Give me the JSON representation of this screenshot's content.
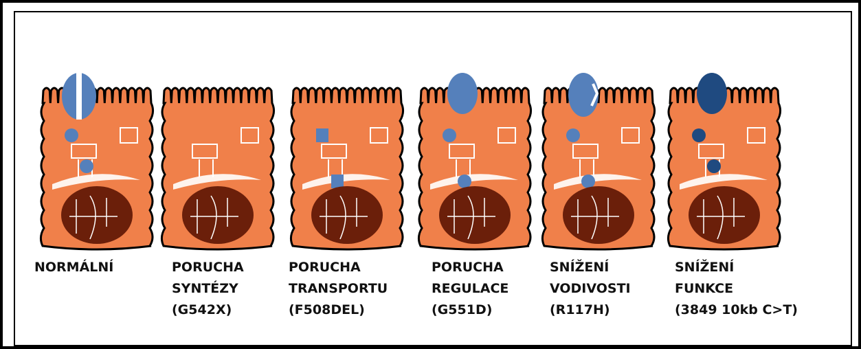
{
  "colors": {
    "cytoplasm": "#f0804a",
    "nucleus": "#6b1f0a",
    "channel_normal": "#5580bb",
    "channel_dark": "#1f4a80",
    "membrane_white": "#ffffff",
    "outline": "#000000"
  },
  "cells": [
    {
      "id": "normal",
      "label_lines": [
        "NORMÁLNÍ"
      ],
      "top_channel": "split",
      "channel_color": "#5580bb",
      "golgi_dots": [
        "circle",
        "circle",
        "none"
      ]
    },
    {
      "id": "synthesis",
      "label_lines": [
        "PORUCHA",
        "SYNTÉZY",
        "(G542X)"
      ],
      "top_channel": "none",
      "channel_color": "#5580bb",
      "golgi_dots": [
        "none",
        "none",
        "none"
      ]
    },
    {
      "id": "transport",
      "label_lines": [
        "PORUCHA",
        "TRANSPORTU",
        "(F508DEL)"
      ],
      "top_channel": "none",
      "channel_color": "#5580bb",
      "golgi_dots": [
        "square",
        "none",
        "square"
      ]
    },
    {
      "id": "regulation",
      "label_lines": [
        "PORUCHA",
        "REGULACE",
        "(G551D)"
      ],
      "top_channel": "closed",
      "channel_color": "#5580bb",
      "golgi_dots": [
        "circle",
        "none",
        "circle"
      ]
    },
    {
      "id": "conductance",
      "label_lines": [
        "SNÍŽENÍ",
        "VODIVOSTI",
        "(R117H)"
      ],
      "top_channel": "notched",
      "channel_color": "#5580bb",
      "golgi_dots": [
        "circle",
        "none",
        "circle"
      ]
    },
    {
      "id": "function",
      "label_lines": [
        "SNÍŽENÍ",
        "FUNKCE",
        "(3849 10kb C>T)"
      ],
      "top_channel": "closed",
      "channel_color": "#1f4a80",
      "golgi_dots": [
        "circle",
        "circle",
        "none"
      ]
    }
  ]
}
